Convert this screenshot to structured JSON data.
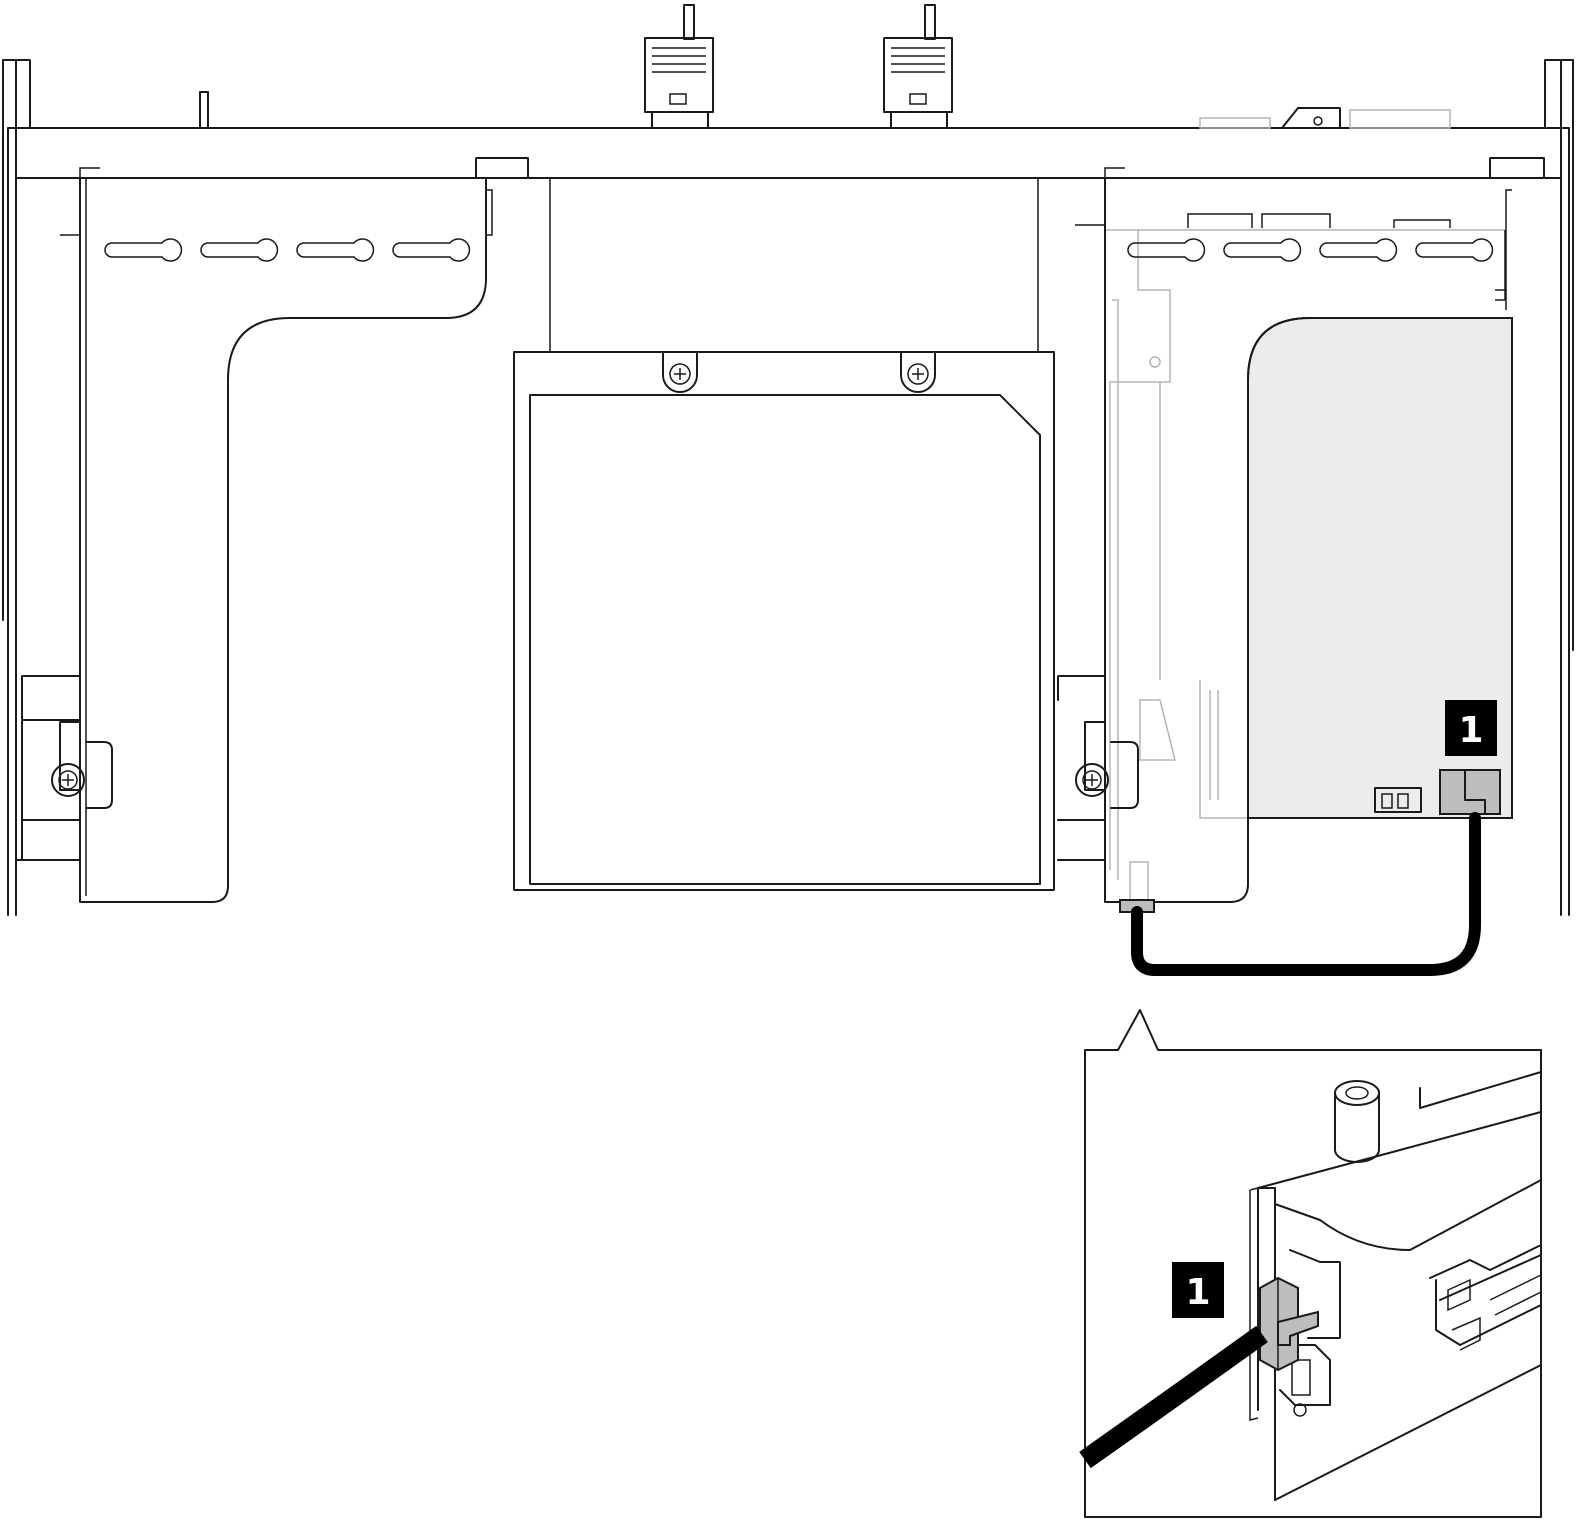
{
  "callouts": [
    {
      "id": "main",
      "label": "1"
    },
    {
      "id": "detail",
      "label": "1"
    }
  ],
  "colors": {
    "line": "#1a1a1a",
    "riser_fill": "#ececec",
    "connector_fill": "#bdbdbd",
    "callout_bg": "#000000",
    "callout_text": "#ffffff"
  }
}
